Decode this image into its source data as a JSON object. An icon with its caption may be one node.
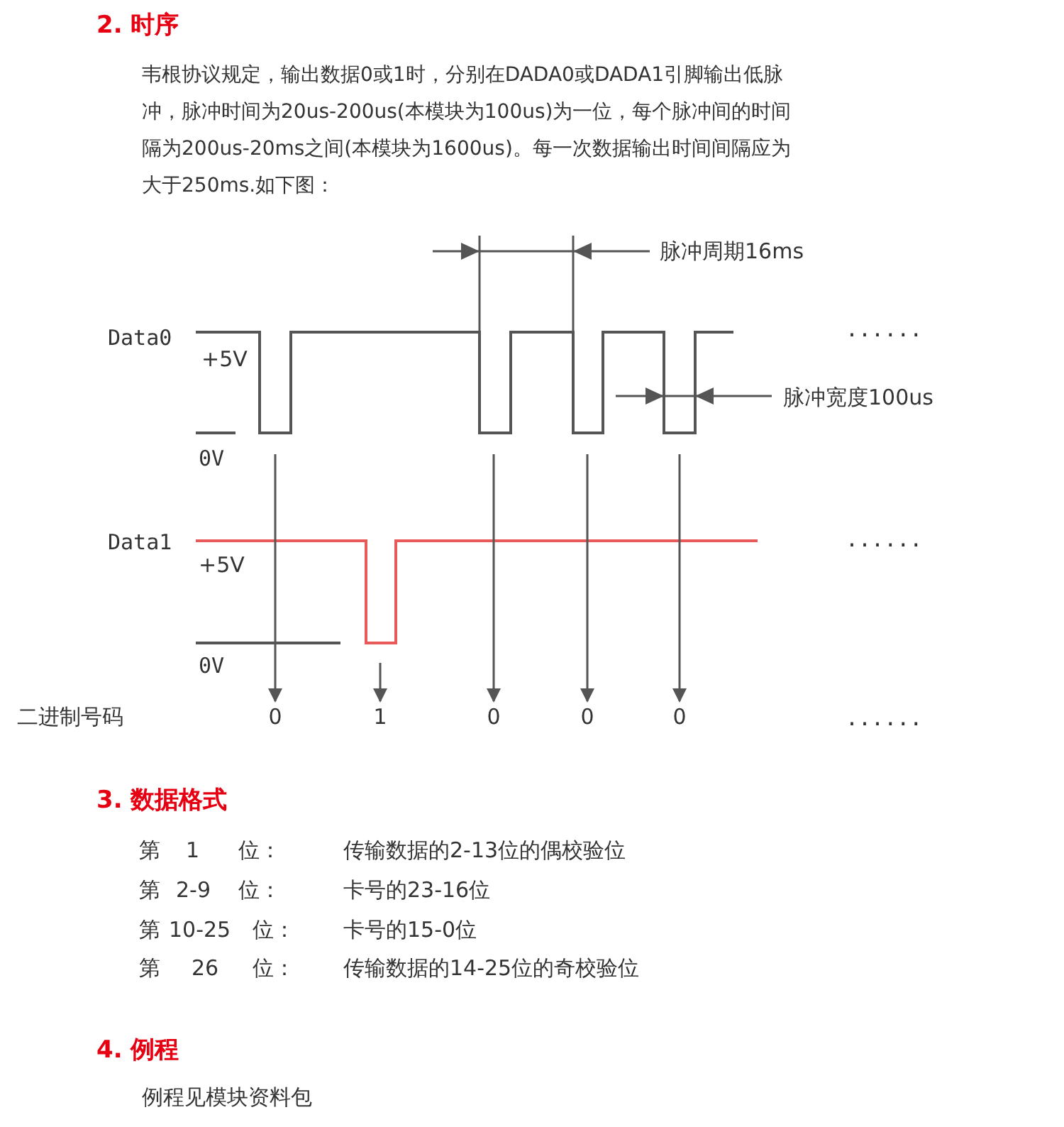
{
  "diagram": {
    "title": "2. 时序",
    "nodes": [
      {
        "text": [
          "0"
        ]
      },
      {
        "text": [
          "1"
        ]
      },
      {
        "text": [
          "0"
        ]
      },
      {
        "text": [
          "0"
        ]
      },
      {
        "text": [
          "0"
        ]
      }
    ],
    "edges": [
      {
        "from": null,
        "to": 0,
        "arrow": "to"
      },
      {
        "from": null,
        "to": 1,
        "arrow": "to"
      },
      {
        "from": null,
        "to": 2,
        "arrow": "to"
      },
      {
        "from": null,
        "to": 3,
        "arrow": "to"
      },
      {
        "from": null,
        "to": 4,
        "arrow": "to"
      }
    ],
    "labels": [
      "韦根协议规定，输出数据0或1时，分别在DADA0或DADA1引脚输出低脉冲，脉冲时间为20us-200us(本模块为100us)为一位，每个脉冲间的时间隔为200us-20ms之间(本模块为1600us)。每一次数据输出时间间隔应为大于250ms.如下图：",
      "脉冲周期16ms",
      "Data0",
      "+5V",
      "......",
      "脉冲宽度100us",
      "0V",
      "Data1",
      "+5V",
      "......",
      "0V",
      "二进制号码",
      "......",
      "3. 数据格式",
      "第",
      "1",
      "位：",
      "传输数据的2-13位的偶校验位",
      "第",
      "2-9",
      "位：",
      "卡号的23-16位",
      "第",
      "10-25",
      "位：",
      "卡号的15-0位",
      "第",
      "26",
      "位：",
      "传输数据的14-25位的奇校验位",
      "4. 例程",
      "例程见模块资料包"
    ]
  }
}
